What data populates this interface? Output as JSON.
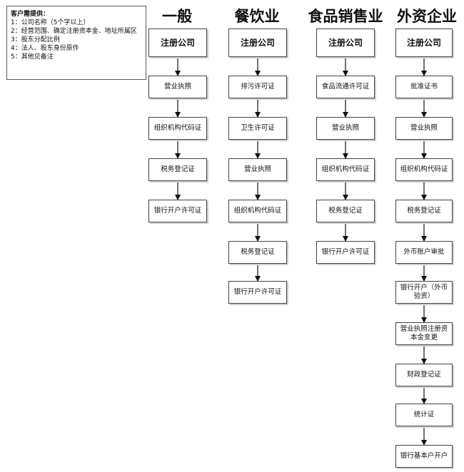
{
  "note": {
    "title": "客户需提供：",
    "lines": [
      "1：公司名称（5个字以上）",
      "2：经营范围、确定注册资本金、地址所属区",
      "3：股东分配比例",
      "4：法人、股东身份原件",
      "5：其他见备注"
    ]
  },
  "columns": [
    {
      "heading": "一般",
      "steps": [
        "注册公司",
        "营业执照",
        "组织机构代码证",
        "税务登记证",
        "银行开户许可证"
      ]
    },
    {
      "heading": "餐饮业",
      "steps": [
        "注册公司",
        "排污许可证",
        "卫生许可证",
        "营业执照",
        "组织机构代码证",
        "税务登记证",
        "银行开户许可证"
      ]
    },
    {
      "heading": "食品销售业",
      "steps": [
        "注册公司",
        "食品流通许可证",
        "营业执照",
        "组织机构代码证",
        "税务登记证",
        "银行开户许可证"
      ]
    },
    {
      "heading": "外资企业",
      "steps": [
        "注册公司",
        "批准证书",
        "营业执照",
        "组织机构代码证",
        "税务登记证",
        "外币账户审批",
        "银行开户（外币验资）",
        "营业执照注册资本金变更",
        "财政登记证",
        "统计证",
        "银行基本户开户"
      ]
    }
  ]
}
